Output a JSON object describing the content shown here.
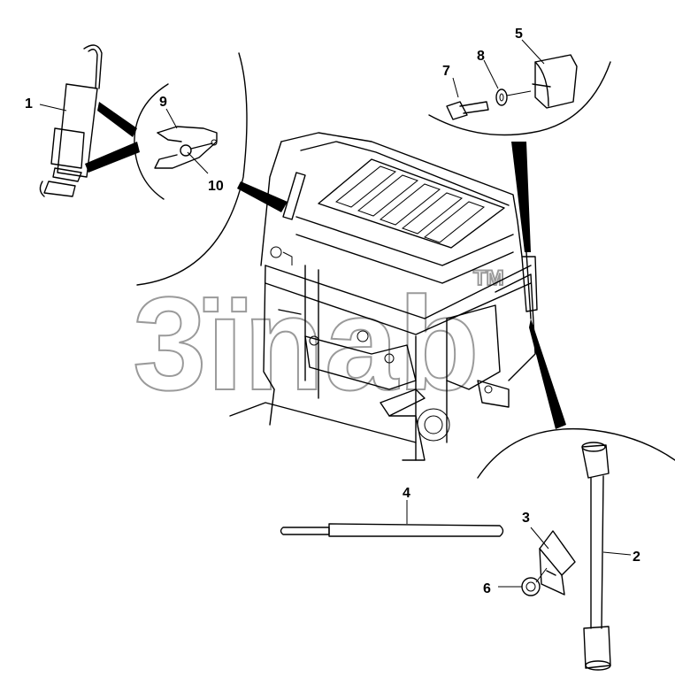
{
  "diagram": {
    "corner_code": "",
    "watermark": "3ïnab",
    "watermark_tm": "TM",
    "callouts": [
      {
        "id": "callout-1",
        "text": "1"
      },
      {
        "id": "callout-2",
        "text": "2"
      },
      {
        "id": "callout-3",
        "text": "3"
      },
      {
        "id": "callout-4",
        "text": "4"
      },
      {
        "id": "callout-5",
        "text": "5"
      },
      {
        "id": "callout-6",
        "text": "6"
      },
      {
        "id": "callout-7",
        "text": "7"
      },
      {
        "id": "callout-8",
        "text": "8"
      },
      {
        "id": "callout-9",
        "text": "9"
      },
      {
        "id": "callout-10",
        "text": "10"
      }
    ]
  }
}
